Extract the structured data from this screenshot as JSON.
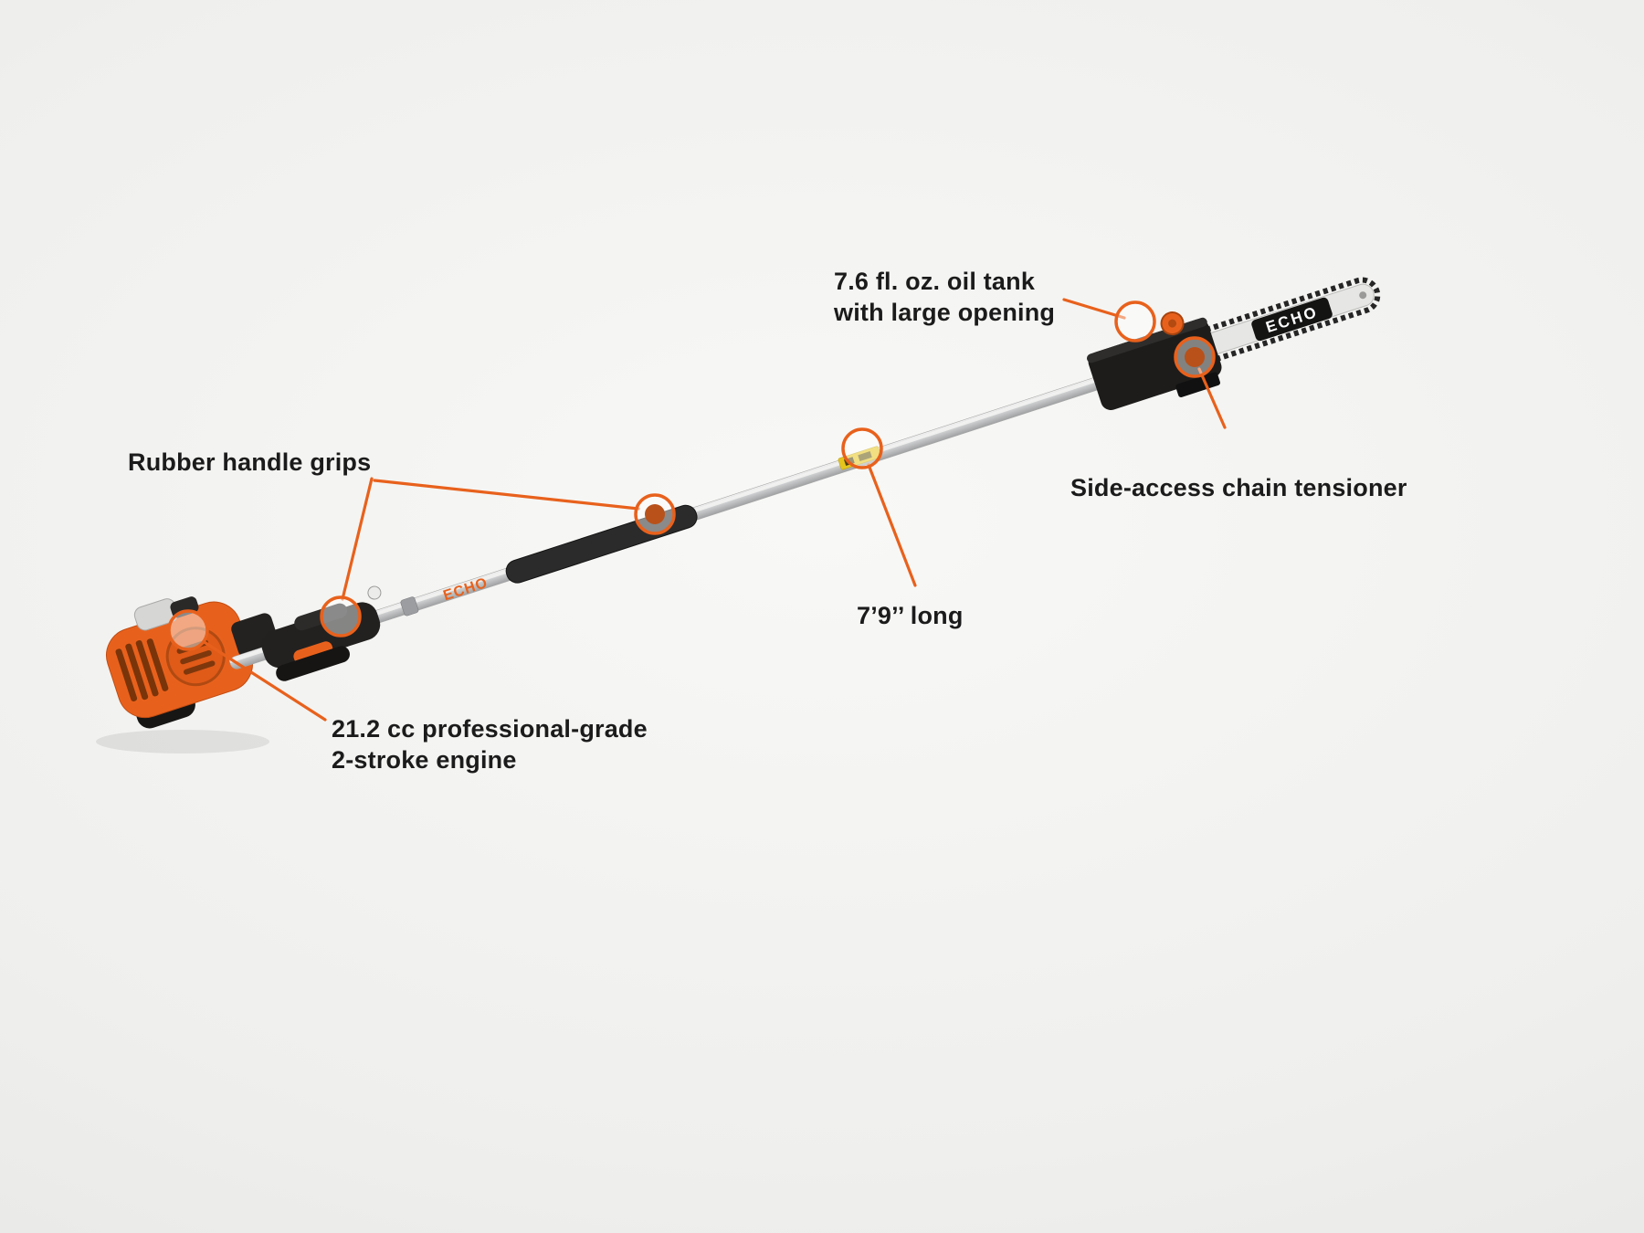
{
  "brand": "ECHO",
  "colors": {
    "accent": "#e8611c",
    "text": "#1b1b1b",
    "bg_center": "#f8f8f6",
    "bg_edge": "#e3e3e1"
  },
  "callouts": [
    {
      "id": "oil-tank",
      "label": "7.6 fl. oz. oil tank\nwith large opening"
    },
    {
      "id": "rubber-handle-grips",
      "label": "Rubber handle grips"
    },
    {
      "id": "chain-tensioner",
      "label": "Side-access chain tensioner"
    },
    {
      "id": "length",
      "label": "7’9’’ long"
    },
    {
      "id": "engine",
      "label": "21.2 cc professional-grade\n2-stroke engine"
    }
  ]
}
